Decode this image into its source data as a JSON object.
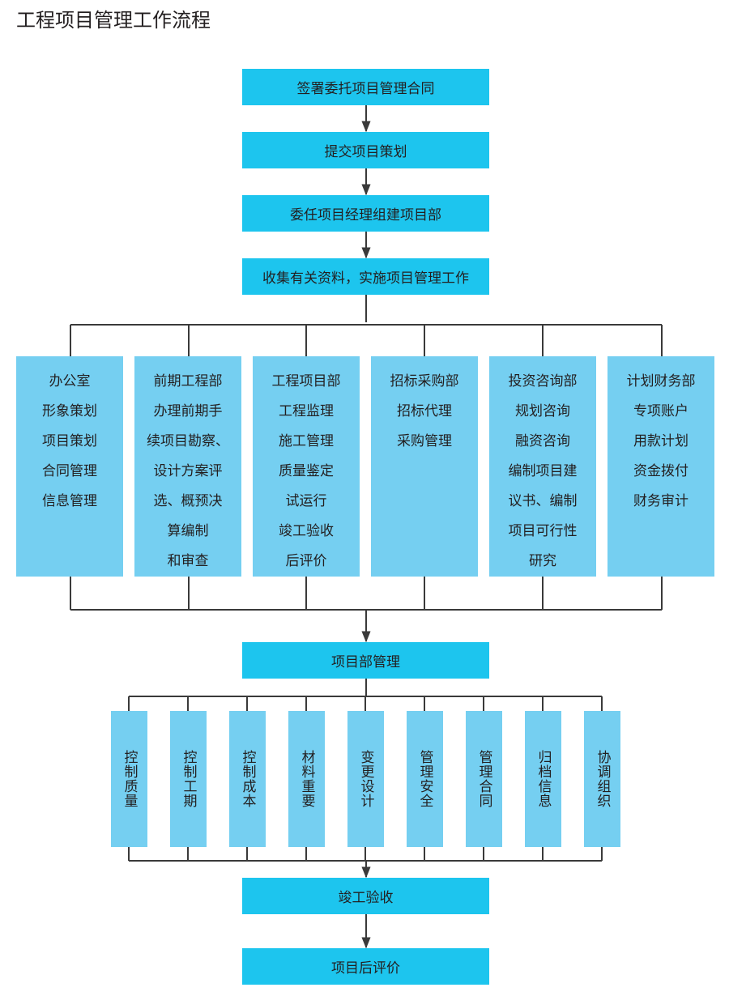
{
  "title": "工程项目管理工作流程",
  "steps": {
    "s1": "签署委托项目管理合同",
    "s2": "提交项目策划",
    "s3": "委任项目经理组建项目部",
    "s4": "收集有关资料，实施项目管理工作",
    "s5": "项目部管理",
    "s6": "竣工验收",
    "s7": "项目后评价"
  },
  "departments": [
    {
      "lines": [
        "办公室",
        "形象策划",
        "项目策划",
        "合同管理",
        "信息管理"
      ]
    },
    {
      "lines": [
        "前期工程部",
        "办理前期手",
        "续项目勘察、",
        "设计方案评",
        "选、概预决",
        "算编制",
        "和审查"
      ]
    },
    {
      "lines": [
        "工程项目部",
        "工程监理",
        "施工管理",
        "质量鉴定",
        "试运行",
        "竣工验收",
        "后评价"
      ]
    },
    {
      "lines": [
        "招标采购部",
        "招标代理",
        "采购管理"
      ]
    },
    {
      "lines": [
        "投资咨询部",
        "规划咨询",
        "融资咨询",
        "编制项目建",
        "议书、编制",
        "项目可行性",
        "研究"
      ]
    },
    {
      "lines": [
        "计划财务部",
        "专项账户",
        "用款计划",
        "资金拨付",
        "财务审计"
      ]
    }
  ],
  "controls": [
    {
      "cols": [
        "质量",
        "控制"
      ]
    },
    {
      "cols": [
        "工期",
        "控制"
      ]
    },
    {
      "cols": [
        "成本",
        "控制"
      ]
    },
    {
      "cols": [
        "重要",
        "材料"
      ]
    },
    {
      "cols": [
        "设计",
        "变更"
      ]
    },
    {
      "cols": [
        "安全",
        "管理"
      ]
    },
    {
      "cols": [
        "合同",
        "管理"
      ]
    },
    {
      "cols": [
        "信息",
        "归档"
      ]
    },
    {
      "cols": [
        "组织",
        "协调"
      ]
    }
  ],
  "colors": {
    "main_box": "#1dc5ee",
    "sub_box": "#75cff1",
    "line": "#3a3a3a"
  }
}
